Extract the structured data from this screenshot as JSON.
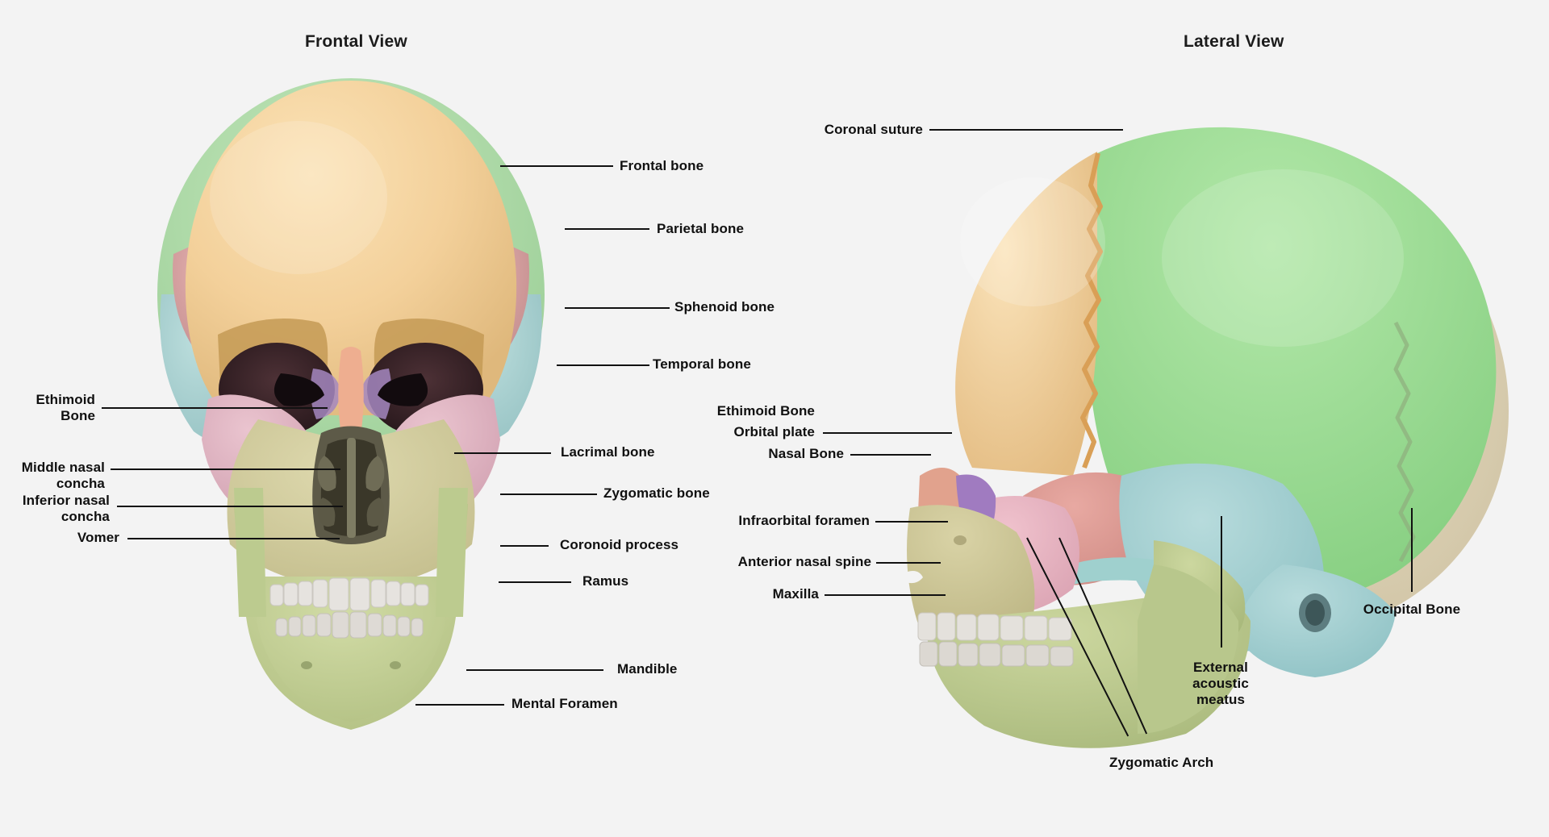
{
  "page": {
    "background_color": "#f3f3f3",
    "text_color": "#101010"
  },
  "titles": {
    "frontal": "Frontal View",
    "lateral": "Lateral View"
  },
  "bone_colors": {
    "frontal_bone": "#f0cd92",
    "parietal_bone": "#a8d8a4",
    "occipital_bone": "#d8cbb0",
    "temporal_bone": "#a9d0d2",
    "sphenoid_bone": "#d9a2a2",
    "zygomatic_bone": "#e0b4c1",
    "maxilla": "#cfc99a",
    "mandible": "#c3cf96",
    "nasal_bone": "#eaa98c",
    "ethmoid_bone": "#b391c4",
    "lacrimal_bone": "#9fd0cf",
    "vomer": "#8c8a72",
    "teeth": "#e3e0dc",
    "orbit_cavity": "#2a1b20"
  },
  "frontal_view": {
    "labels_right": [
      {
        "id": "frontal-bone",
        "text": "Frontal bone"
      },
      {
        "id": "parietal-bone",
        "text": "Parietal bone"
      },
      {
        "id": "sphenoid-bone",
        "text": "Sphenoid bone"
      },
      {
        "id": "temporal-bone",
        "text": "Temporal bone"
      },
      {
        "id": "lacrimal-bone",
        "text": "Lacrimal bone"
      },
      {
        "id": "zygomatic-bone",
        "text": "Zygomatic bone"
      },
      {
        "id": "coronoid-process",
        "text": "Coronoid process"
      },
      {
        "id": "ramus",
        "text": "Ramus"
      },
      {
        "id": "mandible",
        "text": "Mandible"
      },
      {
        "id": "mental-foramen",
        "text": "Mental Foramen"
      }
    ],
    "labels_left": [
      {
        "id": "ethimoid-bone",
        "line1": "Ethimoid",
        "line2": "Bone"
      },
      {
        "id": "middle-nasal-concha",
        "line1": "Middle nasal",
        "line2": "concha"
      },
      {
        "id": "inferior-nasal-concha",
        "line1": "Inferior nasal",
        "line2": "concha"
      },
      {
        "id": "vomer",
        "line1": "Vomer",
        "line2": ""
      }
    ]
  },
  "lateral_view": {
    "labels_left": [
      {
        "id": "coronal-suture",
        "text": "Coronal suture"
      },
      {
        "id": "ethimoid-bone",
        "text": "Ethimoid Bone"
      },
      {
        "id": "orbital-plate",
        "text": "Orbital plate"
      },
      {
        "id": "nasal-bone",
        "text": "Nasal Bone"
      },
      {
        "id": "infraorbital-foramen",
        "text": "Infraorbital foramen"
      },
      {
        "id": "anterior-nasal-spine",
        "text": "Anterior nasal spine"
      },
      {
        "id": "maxilla",
        "text": "Maxilla"
      }
    ],
    "labels_bottom": [
      {
        "id": "zygomatic-arch",
        "text": "Zygomatic Arch"
      },
      {
        "id": "external-acoustic-meatus",
        "line1": "External",
        "line2": "acoustic",
        "line3": "meatus"
      },
      {
        "id": "occipital-bone",
        "text": "Occipital Bone"
      }
    ]
  }
}
